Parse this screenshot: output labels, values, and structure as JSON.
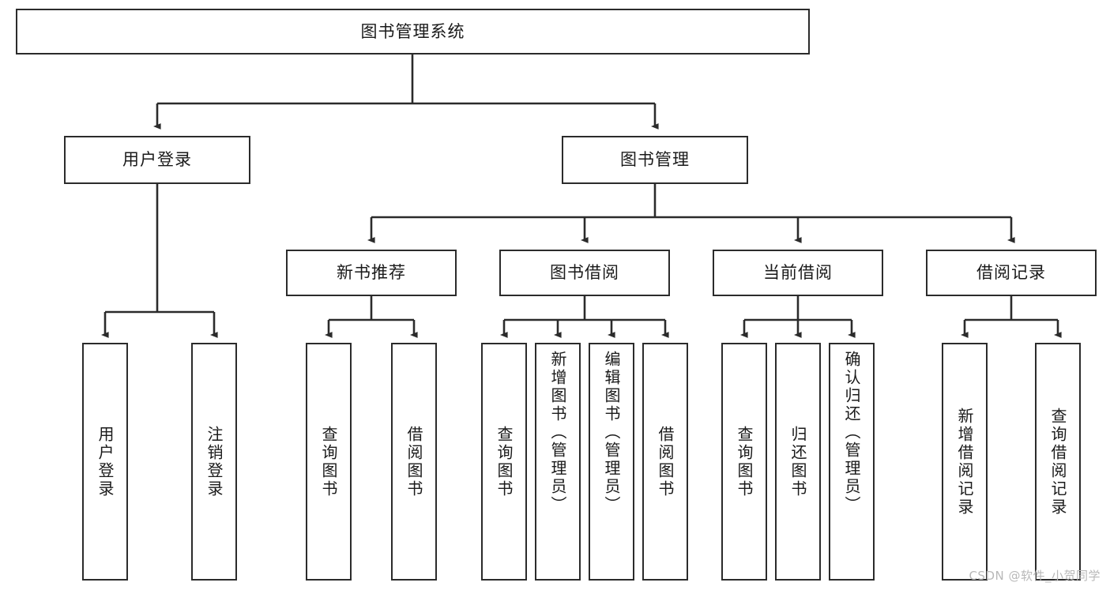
{
  "diagram": {
    "title": "图书管理系统",
    "watermark": "CSDN @软件_小贺同学",
    "colors": {
      "stroke": "#2b2b2b",
      "fill": "#ffffff",
      "text": "#1a1a1a",
      "watermark": "#b8b8b8"
    },
    "root": {
      "label": "图书管理系统"
    },
    "level2": [
      {
        "label": "用户登录"
      },
      {
        "label": "图书管理"
      }
    ],
    "level3": [
      {
        "label": "新书推荐"
      },
      {
        "label": "图书借阅"
      },
      {
        "label": "当前借阅"
      },
      {
        "label": "借阅记录"
      }
    ],
    "leaves": {
      "user_login": [
        {
          "label": "用户登录"
        },
        {
          "label": "注销登录"
        }
      ],
      "new_book_recommend": [
        {
          "label": "查询图书"
        },
        {
          "label": "借阅图书"
        }
      ],
      "book_borrow": [
        {
          "label": "查询图书"
        },
        {
          "label": "新增图书（管理员）"
        },
        {
          "label": "编辑图书（管理员）"
        },
        {
          "label": "借阅图书"
        }
      ],
      "current_borrow": [
        {
          "label": "查询图书"
        },
        {
          "label": "归还图书"
        },
        {
          "label": "确认归还（管理员）"
        }
      ],
      "borrow_record": [
        {
          "label": "新增借阅记录"
        },
        {
          "label": "查询借阅记录"
        }
      ]
    }
  }
}
